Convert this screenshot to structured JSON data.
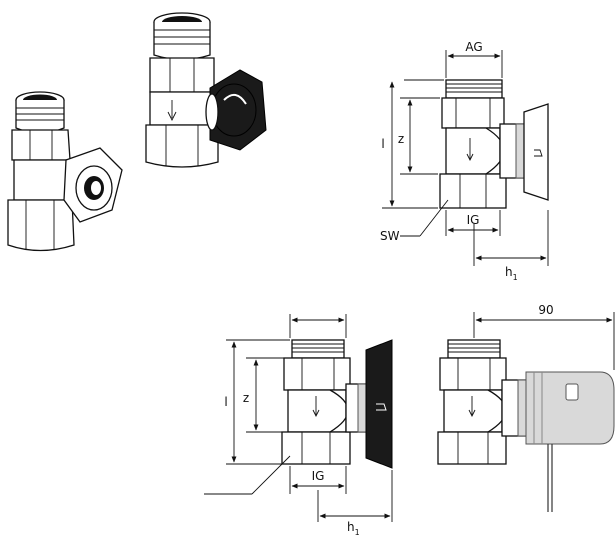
{
  "labels": {
    "ag": "AG",
    "l_top": "l",
    "z_top": "z",
    "ig_top": "IG",
    "sw": "SW",
    "h1_top": "h",
    "h1_top_sub": "1",
    "dim_90": "90",
    "l_bottom": "l",
    "z_bottom": "z",
    "ig_bottom": "IG",
    "h1_bottom": "h",
    "h1_bottom_sub": "1"
  },
  "colors": {
    "line": "#111111",
    "handle_dark": "#1a1a1a",
    "actuator_grey": "#d9d9d9"
  }
}
